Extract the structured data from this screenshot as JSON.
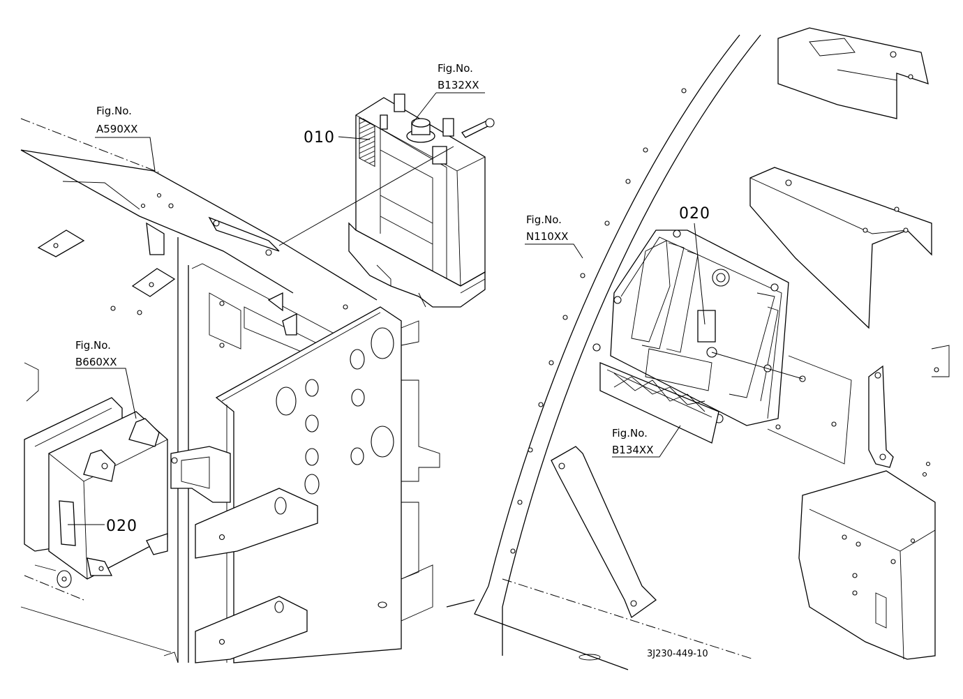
{
  "figure_refs": [
    {
      "id": "a590",
      "prefix": "Fig.No.",
      "code": "A590XX"
    },
    {
      "id": "b132",
      "prefix": "Fig.No.",
      "code": "B132XX"
    },
    {
      "id": "b660",
      "prefix": "Fig.No.",
      "code": "B660XX"
    },
    {
      "id": "n110",
      "prefix": "Fig.No.",
      "code": "N110XX"
    },
    {
      "id": "b134",
      "prefix": "Fig.No.",
      "code": "B134XX"
    }
  ],
  "part_callouts": [
    {
      "id": "callout-010",
      "text": "010"
    },
    {
      "id": "callout-020-ecu",
      "text": "020"
    },
    {
      "id": "callout-020-box",
      "text": "020"
    }
  ],
  "drawing_code": "3J230-449-10"
}
